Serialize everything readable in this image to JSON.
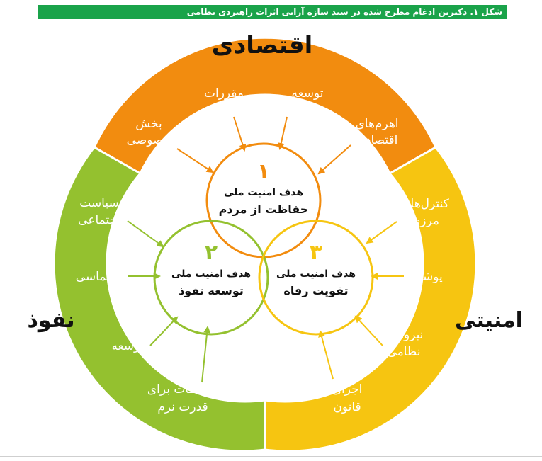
{
  "figure_caption": "شکل ۱. دکترین ادغام مطرح شده در سند سازه آرایی اثرات راهبردی نظامی",
  "sectors": {
    "economic": {
      "title": "اقتصادی",
      "color": "#f28c0f",
      "items": [
        {
          "text": "مقررات"
        },
        {
          "text": "توسعه"
        },
        {
          "lines": [
            "بخش",
            "خصوصی"
          ]
        },
        {
          "lines": [
            "اهرم‌های",
            "اقتصادی"
          ]
        }
      ]
    },
    "influence": {
      "title": "نفوذ",
      "color": "#94c12f",
      "items": [
        {
          "lines": [
            "سیاست",
            "اجتماعی"
          ]
        },
        {
          "text": "دیپلماسی"
        },
        {
          "text": "توسعه"
        },
        {
          "lines": [
            "ارتباطات برای",
            "قدرت نرم"
          ]
        }
      ]
    },
    "security": {
      "title": "امنیتی",
      "color": "#f6c511",
      "items": [
        {
          "lines": [
            "کنترل‌های",
            "مرزی"
          ]
        },
        {
          "text": "پوشش"
        },
        {
          "lines": [
            "نیروهای",
            "نظامی"
          ]
        },
        {
          "lines": [
            "اجرای",
            "قانون"
          ]
        }
      ]
    }
  },
  "goals": [
    {
      "number": "۱",
      "label": "هدف امنیت ملی",
      "goal": "حفاظت از مردم",
      "color": "#f28c0f"
    },
    {
      "number": "۲",
      "label": "هدف امنیت ملی",
      "goal": "توسعه نفوذ",
      "color": "#94c12f"
    },
    {
      "number": "۳",
      "label": "هدف امنیت ملی",
      "goal": "تقویت رفاه",
      "color": "#f6c511"
    }
  ]
}
